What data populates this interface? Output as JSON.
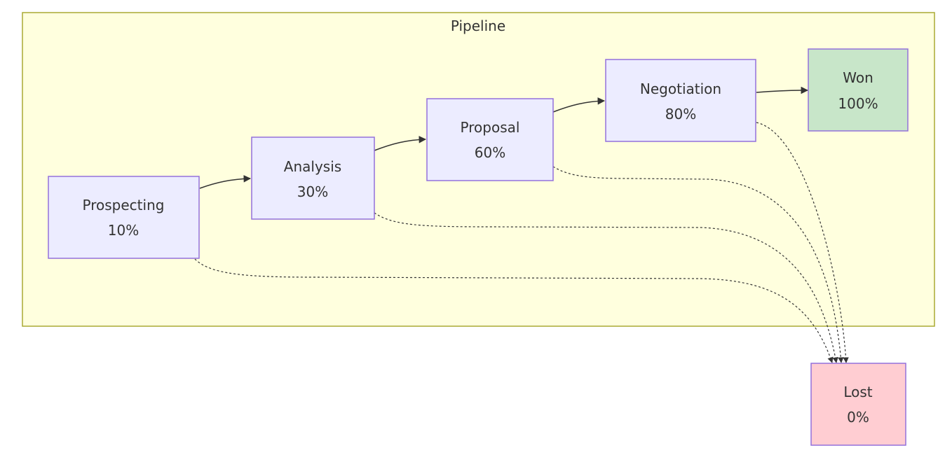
{
  "cluster": {
    "label": "Pipeline"
  },
  "nodes": [
    {
      "id": "prospecting",
      "name": "Prospecting",
      "percent": "10%"
    },
    {
      "id": "analysis",
      "name": "Analysis",
      "percent": "30%"
    },
    {
      "id": "proposal",
      "name": "Proposal",
      "percent": "60%"
    },
    {
      "id": "negotiation",
      "name": "Negotiation",
      "percent": "80%"
    },
    {
      "id": "won",
      "name": "Won",
      "percent": "100%"
    },
    {
      "id": "lost",
      "name": "Lost",
      "percent": "0%"
    }
  ],
  "edges": [
    {
      "from": "prospecting",
      "to": "analysis",
      "style": "solid"
    },
    {
      "from": "analysis",
      "to": "proposal",
      "style": "solid"
    },
    {
      "from": "proposal",
      "to": "negotiation",
      "style": "solid"
    },
    {
      "from": "negotiation",
      "to": "won",
      "style": "solid"
    },
    {
      "from": "prospecting",
      "to": "lost",
      "style": "dotted"
    },
    {
      "from": "analysis",
      "to": "lost",
      "style": "dotted"
    },
    {
      "from": "proposal",
      "to": "lost",
      "style": "dotted"
    },
    {
      "from": "negotiation",
      "to": "lost",
      "style": "dotted"
    }
  ],
  "colors": {
    "cluster_fill": "#ffffde",
    "cluster_stroke": "#aaaa33",
    "node_fill": "#ececff",
    "node_stroke": "#9370db",
    "won_fill": "#c8e6c9",
    "lost_fill": "#ffcdd2",
    "edge": "#333333"
  }
}
